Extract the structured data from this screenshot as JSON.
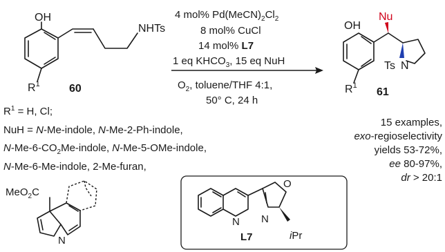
{
  "reagents": {
    "line1": "4 mol% Pd(MeCN)",
    "line1_sub": "2",
    "line1_tail": "Cl",
    "line1_sub2": "2",
    "line2": "8 mol% CuCl",
    "line3_pre": "14 mol% ",
    "line3_bold": "L7",
    "line4_pre": "1 eq KHCO",
    "line4_sub": "3",
    "line4_tail": ", 15 eq NuH"
  },
  "conditions": {
    "line1": "O",
    "line1_sub": "2",
    "line1_tail": ", toluene/THF 4:1,",
    "line2": "50° C, 24 h"
  },
  "substrate": {
    "number": "60",
    "oh": "OH",
    "nhts": "NHTs",
    "r": "R",
    "r_sup": "1"
  },
  "product": {
    "number": "61",
    "oh": "OH",
    "nu": "Nu",
    "ts": "Ts",
    "n": "N",
    "r": "R",
    "r_sup": "1"
  },
  "results": {
    "line1": "15 examples,",
    "line2_it": "exo",
    "line2_tail": "-regioselectivity",
    "line3": "yields 53-72%,",
    "line4_it": "ee",
    "line4_tail": " 80-97%,",
    "line5_it": "dr",
    "line5_tail": " > 20:1"
  },
  "scope": {
    "line1": "R",
    "line1_sup": "1",
    "line1_tail": " = H, Cl;",
    "line2_pre": "NuH = ",
    "line2_it1": "N",
    "line2_mid1": "-Me-indole, ",
    "line2_it2": "N",
    "line2_tail": "-Me-2-Ph-indole,",
    "line3_it1": "N",
    "line3_mid1": "-Me-6-CO",
    "line3_sub": "2",
    "line3_mid2": "Me-indole, ",
    "line3_it2": "N",
    "line3_tail": "-Me-5-OMe-indole,",
    "line4_it1": "N",
    "line4_tail": "-Me-6-Me-indole, 2-Me-furan,",
    "ester": "MeO",
    "ester_sub": "2",
    "ester_c": "C",
    "ester_n": "N"
  },
  "ligand": {
    "label": "L7",
    "n1": "N",
    "o": "O",
    "n2": "N",
    "ipr_i": "i",
    "ipr_tail": "Pr"
  }
}
